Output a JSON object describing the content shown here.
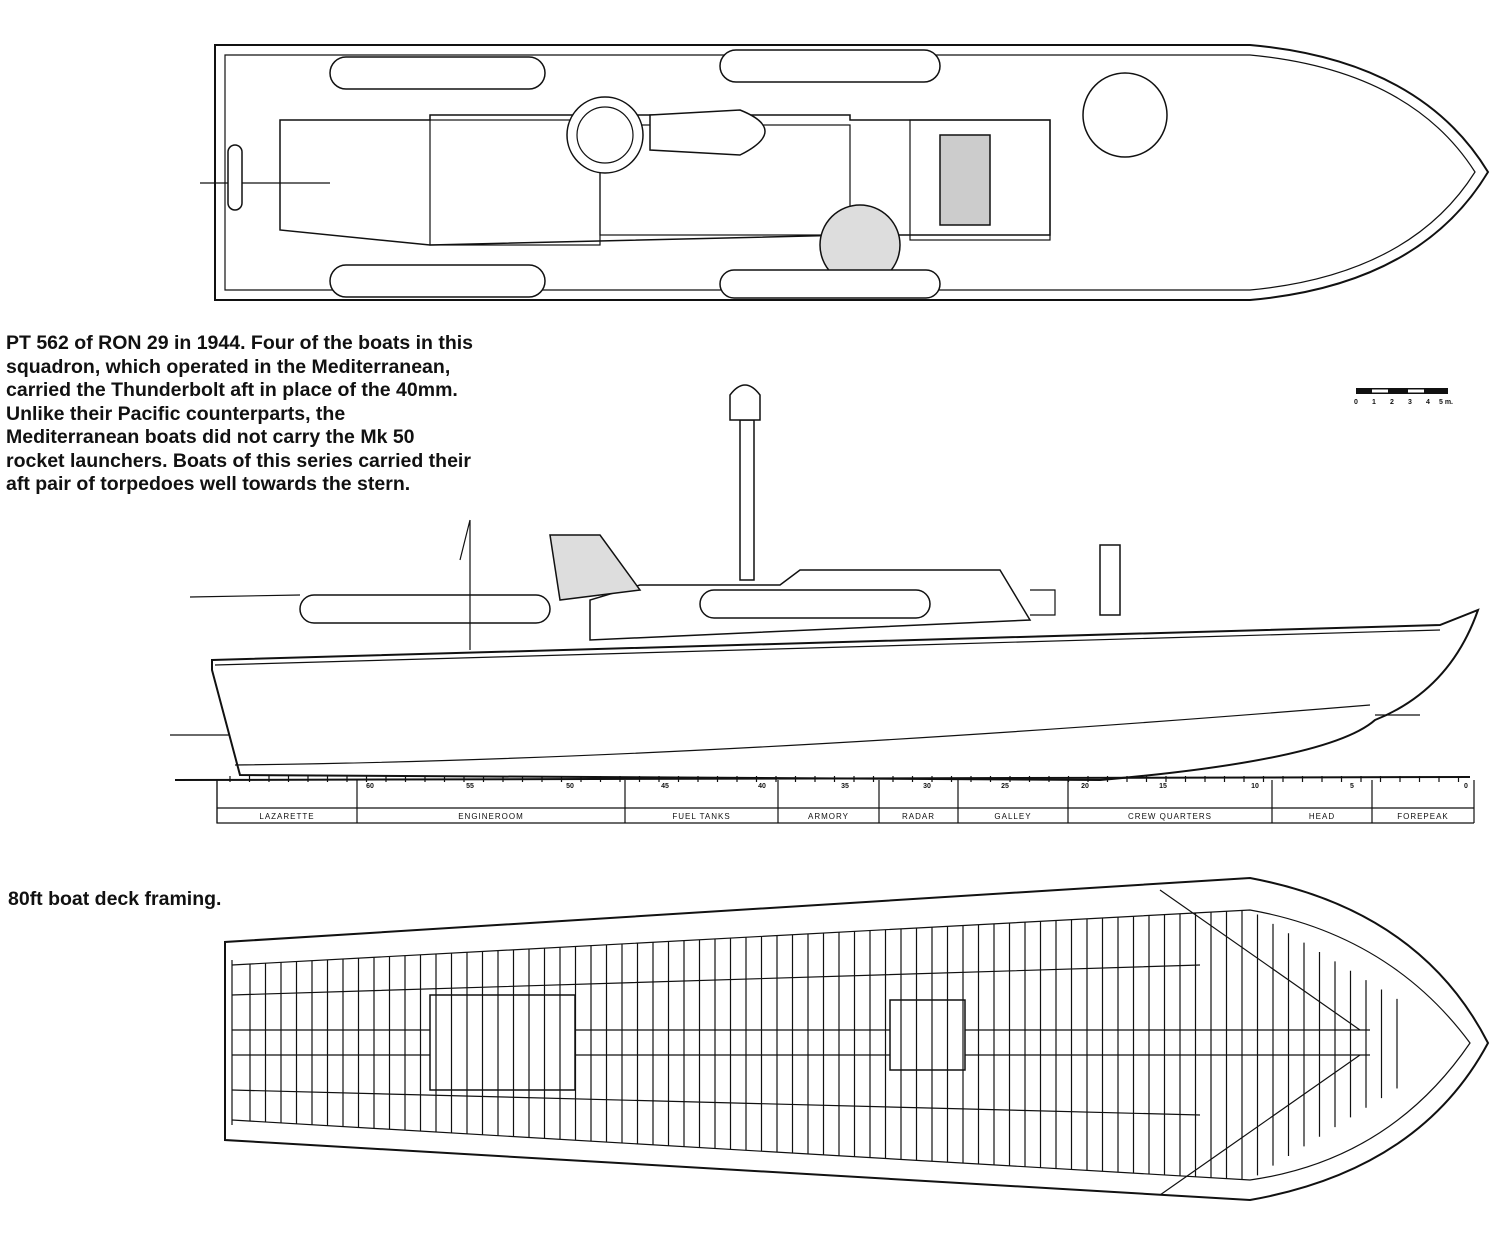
{
  "captions": {
    "profile": "PT 562 of RON 29 in 1944. Four of the boats in this squadron, which operated in the Mediterranean, carried the Thunderbolt aft in place of the 40mm. Unlike their Pacific counterparts, the Mediterranean boats did not carry the Mk 50 rocket launchers. Boats of this series carried their aft pair of torpedoes well towards the stern.",
    "framing": "80ft boat deck framing."
  },
  "scale_bar": {
    "ticks": [
      "0",
      "1",
      "2",
      "3",
      "4",
      "5 m."
    ]
  },
  "frame_numbers": [
    "60",
    "55",
    "50",
    "45",
    "40",
    "35",
    "30",
    "25",
    "20",
    "15",
    "10",
    "5",
    "0"
  ],
  "compartments": [
    "LAZARETTE",
    "ENGINEROOM",
    "FUEL TANKS",
    "ARMORY",
    "RADAR",
    "GALLEY",
    "CREW QUARTERS",
    "HEAD",
    "FOREPEAK"
  ]
}
